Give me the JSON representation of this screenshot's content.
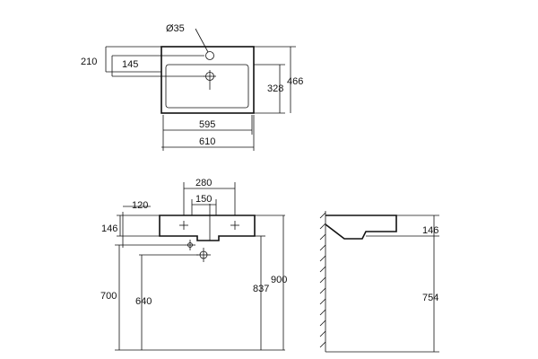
{
  "diagram": {
    "top_view": {
      "diameter_label": "Ø35",
      "depth_overall": "210",
      "depth_to_hole": "145",
      "inner_height": "328",
      "outer_height": "466",
      "inner_width": "595",
      "outer_width": "610"
    },
    "front_view": {
      "tap_hole_spacing": "280",
      "waste_spacing": "150",
      "side_offset": "120",
      "basin_height": "146",
      "waste_height_outer": "700",
      "waste_height_inner": "640",
      "rim_height_inner": "837",
      "rim_height_outer": "900"
    },
    "side_view": {
      "basin_height": "146",
      "under_clearance": "754"
    }
  }
}
